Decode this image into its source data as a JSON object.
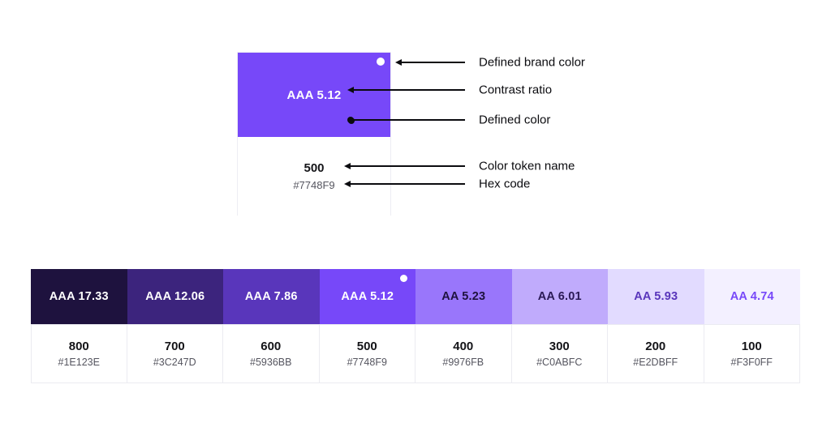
{
  "diagram": {
    "card": {
      "swatch_color": "#7748F9",
      "contrast_label": "AAA 5.12",
      "contrast_text_color": "#FFFFFF",
      "token_name": "500",
      "hex": "#7748F9"
    },
    "annotations": [
      {
        "label": "Defined brand color"
      },
      {
        "label": "Contrast ratio"
      },
      {
        "label": "Defined color"
      },
      {
        "label": "Color token name"
      },
      {
        "label": "Hex code"
      }
    ]
  },
  "palette": {
    "cells": [
      {
        "contrast": "AAA 17.33",
        "token": "800",
        "hex": "#1E123E",
        "color": "#1E123E",
        "text_color": "#FFFFFF"
      },
      {
        "contrast": "AAA 12.06",
        "token": "700",
        "hex": "#3C247D",
        "color": "#3C247D",
        "text_color": "#FFFFFF"
      },
      {
        "contrast": "AAA 7.86",
        "token": "600",
        "hex": "#5936BB",
        "color": "#5936BB",
        "text_color": "#FFFFFF"
      },
      {
        "contrast": "AAA 5.12",
        "token": "500",
        "hex": "#7748F9",
        "color": "#7748F9",
        "text_color": "#FFFFFF"
      },
      {
        "contrast": "AA 5.23",
        "token": "400",
        "hex": "#9976FB",
        "color": "#9976FB",
        "text_color": "#1E123E"
      },
      {
        "contrast": "AA 6.01",
        "token": "300",
        "hex": "#C0ABFC",
        "color": "#C0ABFC",
        "text_color": "#2A1A55"
      },
      {
        "contrast": "AA 5.93",
        "token": "200",
        "hex": "#E2DBFF",
        "color": "#E2DBFF",
        "text_color": "#5936BB"
      },
      {
        "contrast": "AA 4.74",
        "token": "100",
        "hex": "#F3F0FF",
        "color": "#F3F0FF",
        "text_color": "#7748F9"
      }
    ]
  }
}
